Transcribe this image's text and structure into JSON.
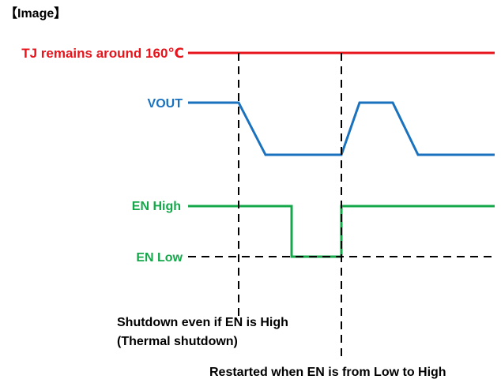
{
  "header": "【Image】",
  "colors": {
    "tj": "#e8141c",
    "vout": "#1a72bf",
    "en": "#14a84b",
    "dashed": "#000000"
  },
  "labels": {
    "tj": "TJ remains around 160℃",
    "vout": "VOUT",
    "en_high": "EN High",
    "en_low": "EN Low"
  },
  "notes": {
    "shutdown_line1": "Shutdown even if EN is High",
    "shutdown_line2": "(Thermal shutdown)",
    "restart": "Restarted when EN is from Low to High"
  }
}
